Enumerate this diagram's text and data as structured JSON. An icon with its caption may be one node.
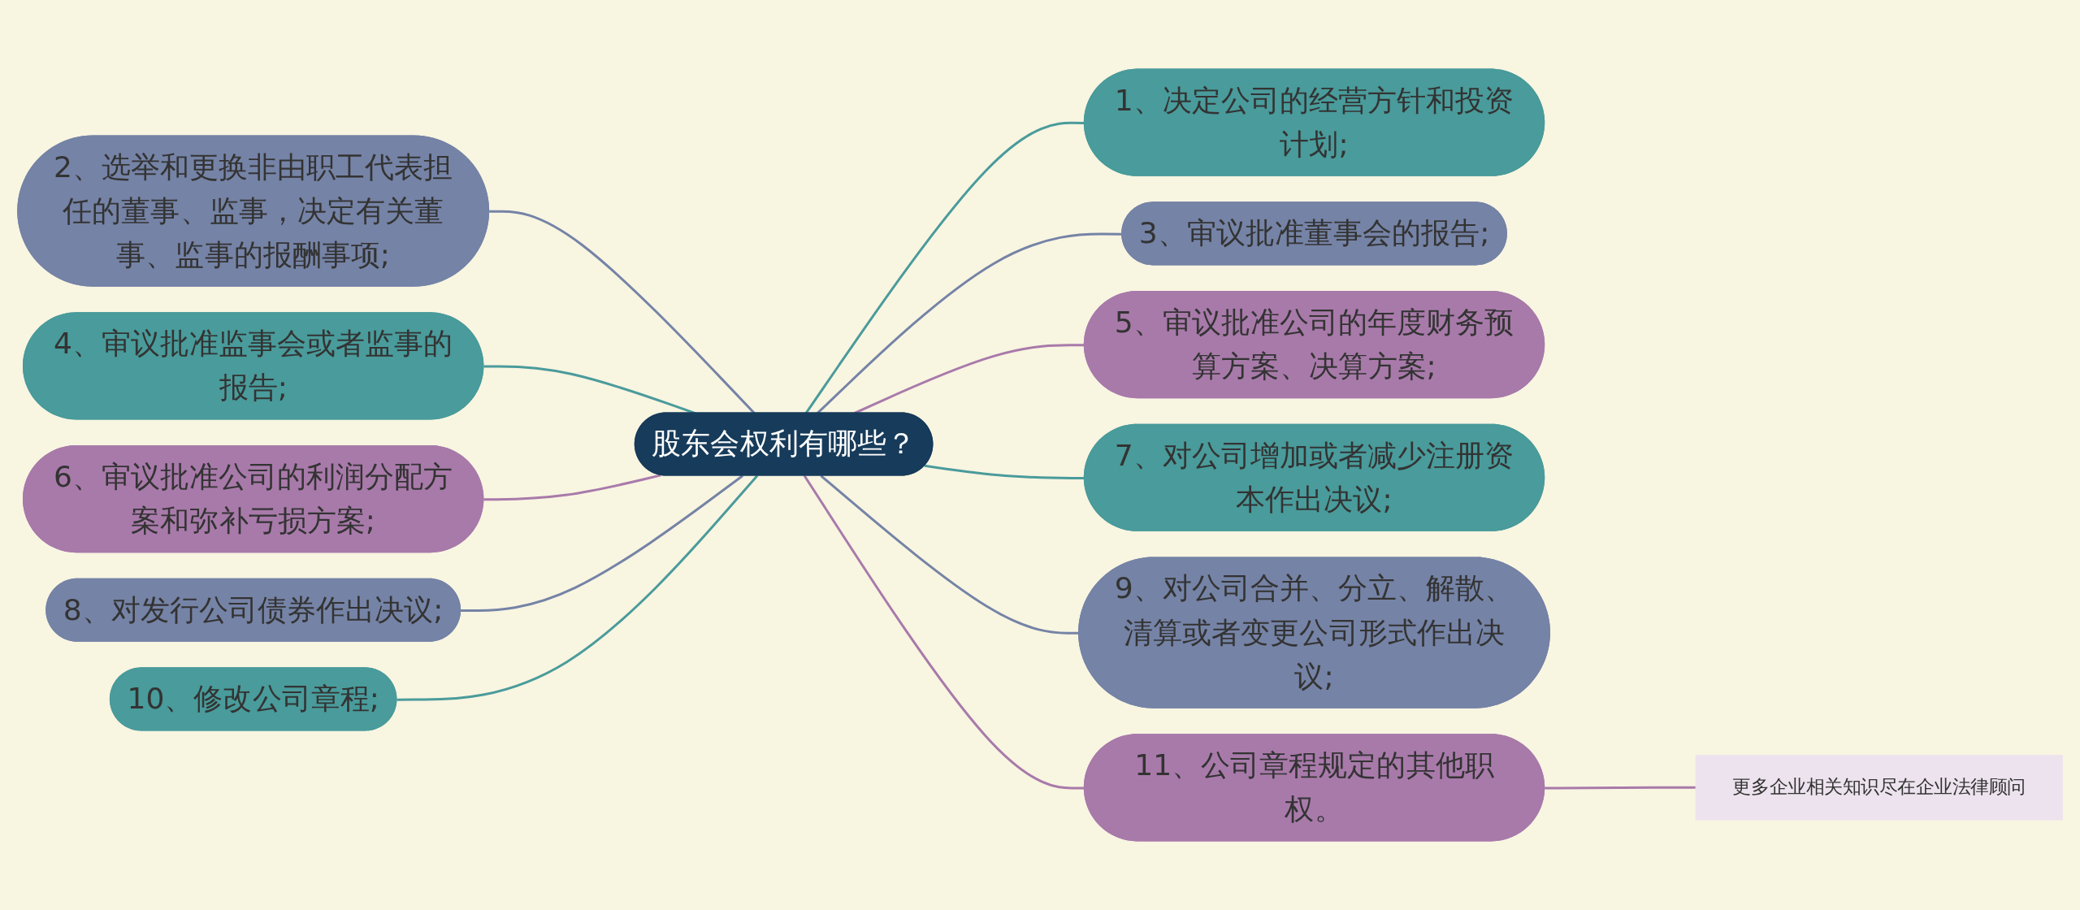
{
  "diagram": {
    "nodes": [
      {
        "text": [
          "股东会权利有哪些？"
        ]
      },
      {
        "text": [
          "1、决定公司的经营方针和投资计划;"
        ]
      },
      {
        "text": [
          "2、选举和更换非由职工代表担任的董事、监事，决定有关董事、监事的报酬事项;"
        ]
      },
      {
        "text": [
          "3、审议批准董事会的报告;"
        ]
      },
      {
        "text": [
          "4、审议批准监事会或者监事的报告;"
        ]
      },
      {
        "text": [
          "5、审议批准公司的年度财务预算方案、决算方案;"
        ]
      },
      {
        "text": [
          "6、审议批准公司的利润分配方案和弥补亏损方案;"
        ]
      },
      {
        "text": [
          "7、对公司增加或者减少注册资本作出决议;"
        ]
      },
      {
        "text": [
          "8、对发行公司债券作出决议;"
        ]
      },
      {
        "text": [
          "9、对公司合并、分立、解散、清算或者变更公司形式作出决议;"
        ]
      },
      {
        "text": [
          "10、修改公司章程;"
        ]
      },
      {
        "text": [
          "11、公司章程规定的其他职权。"
        ]
      },
      {
        "text": [
          "更多企业相关知识尽在企业法律顾问"
        ]
      }
    ],
    "edges": [
      {
        "from": 0,
        "to": 1,
        "arrow": "none",
        "color": "#4a9b9b"
      },
      {
        "from": 2,
        "to": 0,
        "arrow": "none",
        "color": "#7583a6"
      },
      {
        "from": 0,
        "to": 3,
        "arrow": "none",
        "color": "#7583a6"
      },
      {
        "from": 4,
        "to": 0,
        "arrow": "none",
        "color": "#4a9b9b"
      },
      {
        "from": 0,
        "to": 5,
        "arrow": "none",
        "color": "#a87aaa"
      },
      {
        "from": 6,
        "to": 0,
        "arrow": "none",
        "color": "#a87aaa"
      },
      {
        "from": 0,
        "to": 7,
        "arrow": "none",
        "color": "#4a9b9b"
      },
      {
        "from": 8,
        "to": 0,
        "arrow": "none",
        "color": "#7583a6"
      },
      {
        "from": 0,
        "to": 9,
        "arrow": "none",
        "color": "#7583a6"
      },
      {
        "from": 10,
        "to": 0,
        "arrow": "none",
        "color": "#4a9b9b"
      },
      {
        "from": 0,
        "to": 11,
        "arrow": "none",
        "color": "#a87aaa"
      },
      {
        "from": 11,
        "to": 12,
        "arrow": "none",
        "color": "#a87aaa"
      }
    ]
  }
}
